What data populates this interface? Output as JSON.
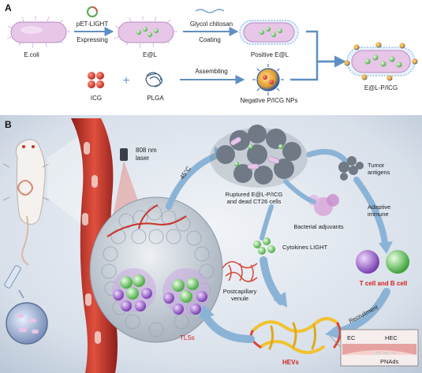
{
  "panel_a": {
    "letter": "A",
    "ecoli_label": "E.coli",
    "plasmid_label": "pET-LIGHT",
    "expressing_label": "Expressing",
    "el_label": "E@L",
    "chitosan_label": "Glycol chitosan",
    "coating_label": "Coating",
    "positive_label": "Positive E@L",
    "icg_label": "ICG",
    "plus_sign": "+",
    "plga_label": "PLGA",
    "assembling_label": "Assembling",
    "negative_label": "Negative P/ICG NPs",
    "product_label": "E@L-P/ICG"
  },
  "panel_b": {
    "letter": "B",
    "laser_line1": "808 nm",
    "laser_line2": "laser",
    "temperature": "45°C",
    "ruptured_line1": "Ruptured E@L-P/ICG",
    "ruptured_line2": "and dead CT26 cells",
    "tumor_antigens_line1": "Tumor",
    "tumor_antigens_line2": "antigens",
    "bacterial_adjuvants": "Bacterial adjuvants",
    "adaptive_line1": "Adaptive",
    "adaptive_line2": "immune",
    "cytokines": "Cytokines LIGHT",
    "t_b_cells": "T cell and B cell",
    "postcap_line1": "Postcapillary",
    "postcap_line2": "venule",
    "recruitment": "Recruitment",
    "tls": "TLSs",
    "hevs": "HEVs",
    "ec": "EC",
    "hec": "HEC",
    "pnads": "PNAds"
  },
  "colors": {
    "bacteria_fill": "#e7c6e8",
    "bacteria_edge": "#b98cc6",
    "panel_b_bg": "#dfe6ef",
    "arrow_blue": "#8bb3d6",
    "vessel_red": "#c9342c",
    "accent_red": "#d62020",
    "tcell": "#a46ad0",
    "bcell": "#7fd27a"
  }
}
